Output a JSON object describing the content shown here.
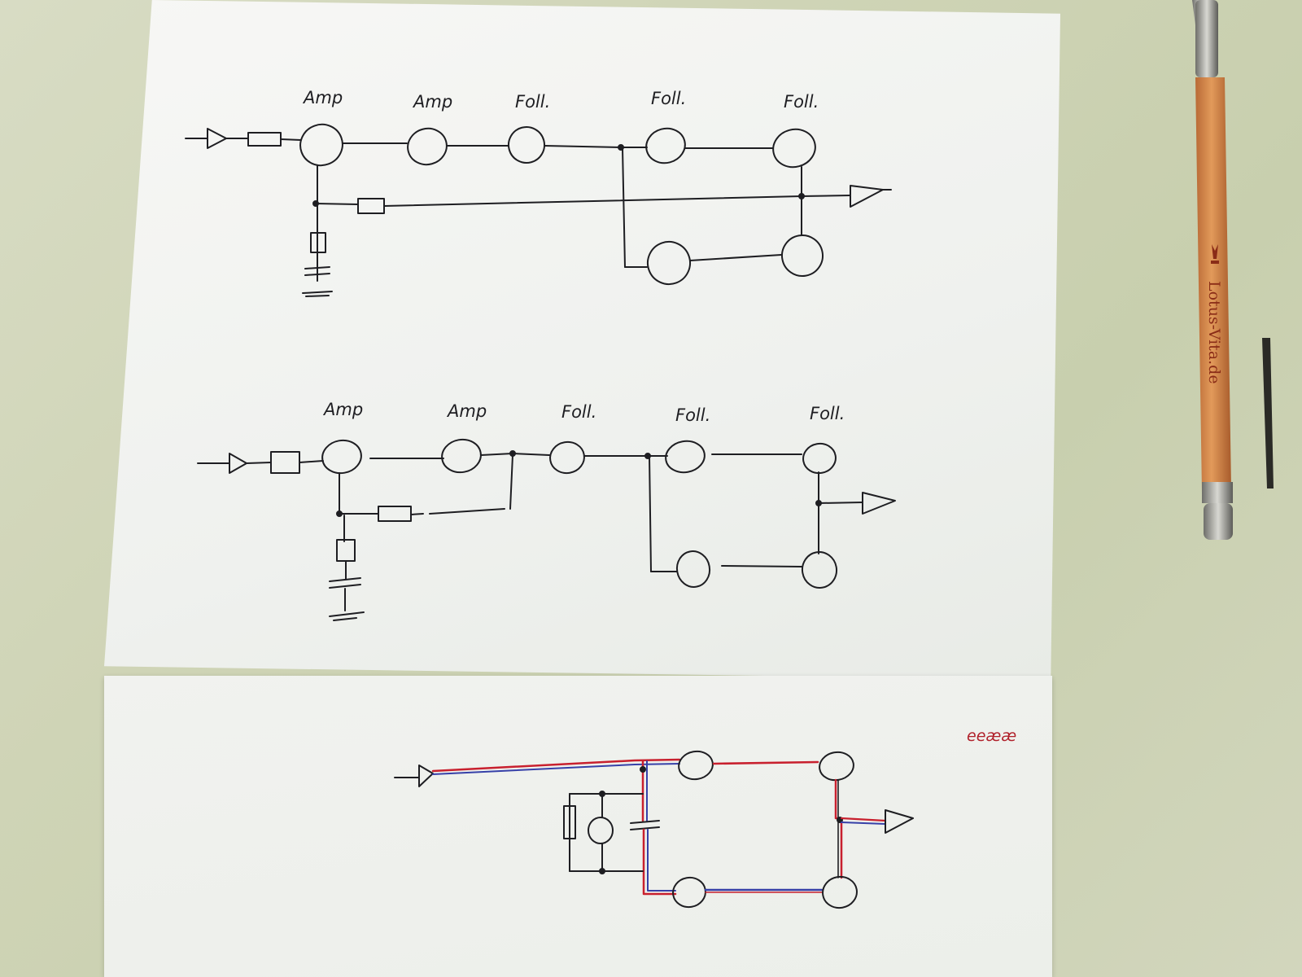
{
  "schematic_1": {
    "labels": [
      "Amp",
      "Amp",
      "Foll.",
      "Foll.",
      "Foll."
    ]
  },
  "schematic_2": {
    "labels": [
      "Amp",
      "Amp",
      "Foll.",
      "Foll.",
      "Foll."
    ]
  },
  "schematic_3": {
    "corner_note": "eeææ"
  },
  "pen": {
    "brand_text": "Lotus-Vita.de"
  },
  "colors": {
    "ink": "#1e1e22",
    "red_ink": "#c8202e",
    "blue_ink": "#3640a8",
    "pen_body": "#d98a4c"
  }
}
